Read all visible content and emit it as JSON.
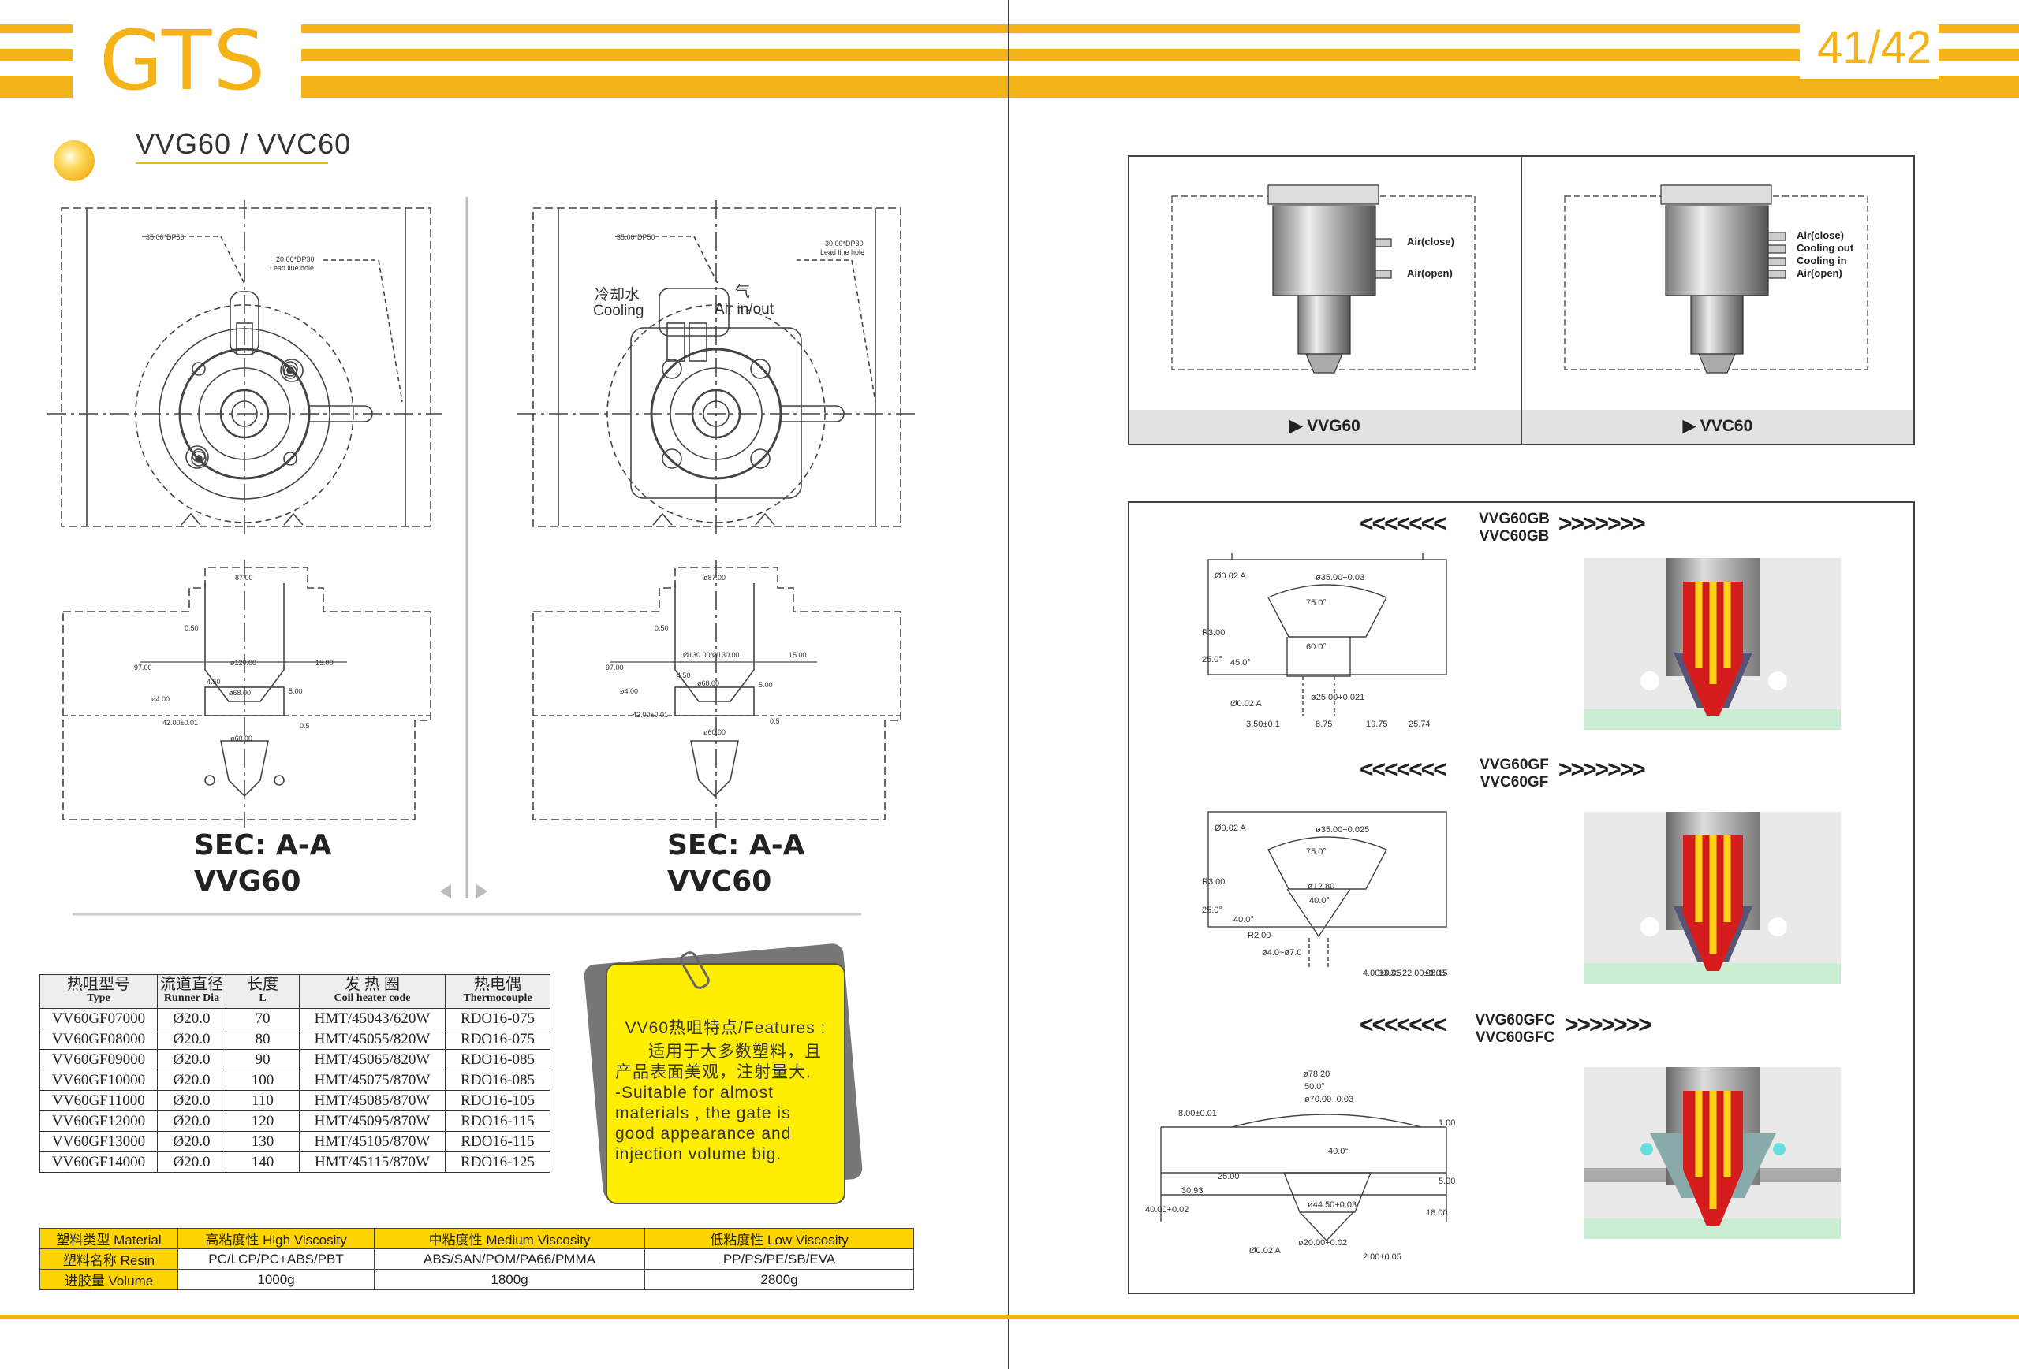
{
  "header": {
    "logo_text": "GTS",
    "page_number": "41/42",
    "accent_color": "#f5b31a"
  },
  "section": {
    "title": "VVG60 / VVC60"
  },
  "drawings": {
    "left": {
      "dims_top": [
        "35.00*DP50",
        "20.00*DP30",
        "Lead line hole"
      ],
      "dims_bottom": [
        "87.00",
        "0.50",
        "97.00",
        "ø120.00",
        "15.00",
        "ø4.00",
        "ø68.00",
        "42.00±0.01",
        "ø60.00",
        "4.50",
        "5.00",
        "0.5"
      ],
      "section_label": "SEC:  A-A",
      "model_label": "VVG60"
    },
    "right": {
      "dims_top": [
        "35.00*DP50",
        "30.00*DP30",
        "Lead line hole"
      ],
      "cooling_cn": "冷却水",
      "cooling_en": "Cooling",
      "air_cn": "气",
      "air_en": "Air in/out",
      "dims_bottom": [
        "ø87.00",
        "0.50",
        "97.00",
        "Ø130.00/Ø130.00",
        "15.00",
        "ø4.00",
        "ø68.00",
        "42.00±0.01",
        "ø60.00",
        "4.50",
        "5.00",
        "0.5"
      ],
      "section_label": "SEC:  A-A",
      "model_label": "VVC60"
    }
  },
  "spec_table": {
    "headers": [
      {
        "cn": "热咀型号",
        "en": "Type"
      },
      {
        "cn": "流道直径",
        "en": "Runner Dia"
      },
      {
        "cn": "长度",
        "en": "L"
      },
      {
        "cn": "发 热 圈",
        "en": "Coil heater code"
      },
      {
        "cn": "热电偶",
        "en": "Thermocouple"
      }
    ],
    "rows": [
      [
        "VV60GF07000",
        "Ø20.0",
        "70",
        "HMT/45043/620W",
        "RDO16-075"
      ],
      [
        "VV60GF08000",
        "Ø20.0",
        "80",
        "HMT/45055/820W",
        "RDO16-075"
      ],
      [
        "VV60GF09000",
        "Ø20.0",
        "90",
        "HMT/45065/820W",
        "RDO16-085"
      ],
      [
        "VV60GF10000",
        "Ø20.0",
        "100",
        "HMT/45075/870W",
        "RDO16-085"
      ],
      [
        "VV60GF11000",
        "Ø20.0",
        "110",
        "HMT/45085/870W",
        "RDO16-105"
      ],
      [
        "VV60GF12000",
        "Ø20.0",
        "120",
        "HMT/45095/870W",
        "RDO16-115"
      ],
      [
        "VV60GF13000",
        "Ø20.0",
        "130",
        "HMT/45105/870W",
        "RDO16-115"
      ],
      [
        "VV60GF14000",
        "Ø20.0",
        "140",
        "HMT/45115/870W",
        "RDO16-125"
      ]
    ]
  },
  "features_note": {
    "title": "VV60热咀特点/Features :",
    "cn_text": "适用于大多数塑料，且产品表面美观，注射量大.",
    "en_text": "-Suitable for almost materials , the gate is good appearance and injection volume big."
  },
  "material_table": {
    "rows": [
      [
        "塑料类型 Material",
        "高粘度性  High Viscosity",
        "中粘度性  Medium Viscosity",
        "低粘度性  Low Viscosity"
      ],
      [
        "塑料名称  Resin",
        "PC/LCP/PC+ABS/PBT",
        "ABS/SAN/POM/PA66/PMMA",
        "PP/PS/PE/SB/EVA"
      ],
      [
        "进胶量 Volume",
        "1000g",
        "1800g",
        "2800g"
      ]
    ]
  },
  "models_panel": {
    "vvg60": {
      "callouts": [
        "Air(close)",
        "Air(open)"
      ],
      "caption": "▶ VVG60"
    },
    "vvc60": {
      "callouts": [
        "Air(close)",
        "Cooling out",
        "Cooling in",
        "Air(open)"
      ],
      "caption": "▶ VVC60"
    }
  },
  "gates_panel": {
    "arrows_left": "<<<<<<<",
    "arrows_right": ">>>>>>>",
    "gates": [
      {
        "name_a": "VVG60GB",
        "name_b": "VVC60GB",
        "dims": [
          "ø35.00+0.03",
          "75.0°",
          "60.0°",
          "R3.00",
          "25.0°",
          "45.0°",
          "Ø0.02 A",
          "Ø0.02 A",
          "ø25.00+0.021",
          "3.50±0.1",
          "8.75",
          "19.75",
          "25.74"
        ]
      },
      {
        "name_a": "VVG60GF",
        "name_b": "VVC60GF",
        "dims": [
          "ø35.00+0.025",
          "75.0°",
          "ø12.80",
          "40.0°",
          "R3.00",
          "25.0°",
          "40.0°",
          "R2.00",
          "ø4.0~ø7.0",
          "Ø0.02 A",
          "4.00±0.05",
          "13.31",
          "22.00±0.05",
          "28.15"
        ]
      },
      {
        "name_a": "VVG60GFC",
        "name_b": "VVC60GFC",
        "dims": [
          "ø78.20",
          "50.0°",
          "ø70.00+0.03",
          "8.00±0.01",
          "40.00+0.02",
          "30.93",
          "25.00",
          "40.0°",
          "ø44.50+0.03",
          "5.00",
          "18.00",
          "1.00",
          "ø20.00+0.02",
          "2.00±0.05",
          "Ø0.02 A"
        ]
      }
    ]
  }
}
